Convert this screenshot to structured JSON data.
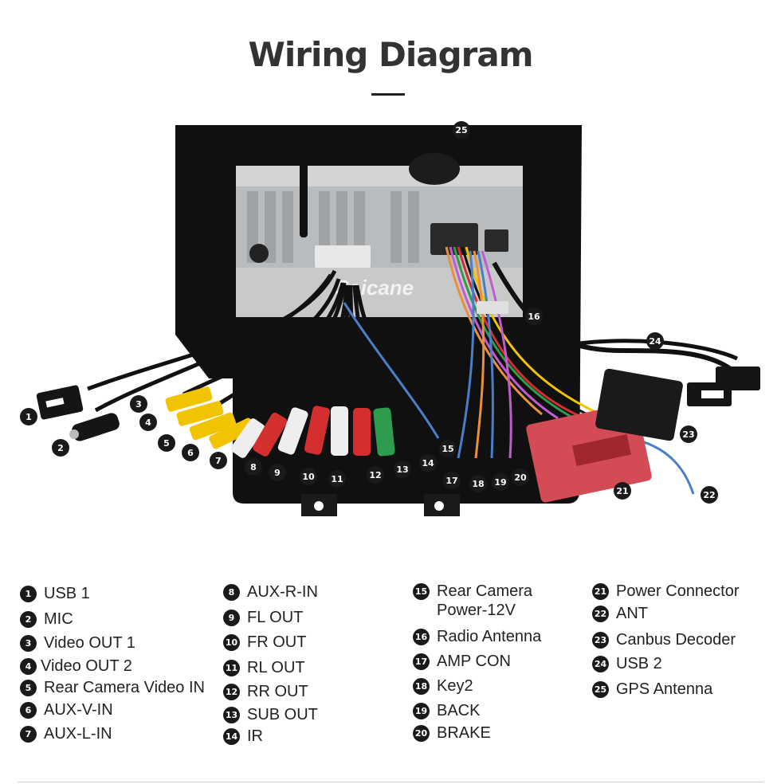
{
  "title": "Wiring Diagram",
  "watermark": "Seicane",
  "legend": [
    {
      "n": "1",
      "label": "USB 1"
    },
    {
      "n": "2",
      "label": "MIC"
    },
    {
      "n": "3",
      "label": "Video OUT 1"
    },
    {
      "n": "4",
      "label": "Video OUT 2"
    },
    {
      "n": "5",
      "label": "Rear Camera Video IN"
    },
    {
      "n": "6",
      "label": "AUX-V-IN"
    },
    {
      "n": "7",
      "label": "AUX-L-IN"
    },
    {
      "n": "8",
      "label": "AUX-R-IN"
    },
    {
      "n": "9",
      "label": "FL OUT"
    },
    {
      "n": "10",
      "label": "FR OUT"
    },
    {
      "n": "11",
      "label": "RL OUT"
    },
    {
      "n": "12",
      "label": "RR OUT"
    },
    {
      "n": "13",
      "label": "SUB OUT"
    },
    {
      "n": "14",
      "label": "IR"
    },
    {
      "n": "15",
      "label": "Rear Camera\nPower-12V"
    },
    {
      "n": "16",
      "label": "Radio Antenna"
    },
    {
      "n": "17",
      "label": "AMP CON"
    },
    {
      "n": "18",
      "label": "Key2"
    },
    {
      "n": "19",
      "label": "BACK"
    },
    {
      "n": "20",
      "label": "BRAKE"
    },
    {
      "n": "21",
      "label": "Power Connector"
    },
    {
      "n": "22",
      "label": "ANT"
    },
    {
      "n": "23",
      "label": "Canbus Decoder"
    },
    {
      "n": "24",
      "label": "USB 2"
    },
    {
      "n": "25",
      "label": "GPS Antenna"
    }
  ]
}
